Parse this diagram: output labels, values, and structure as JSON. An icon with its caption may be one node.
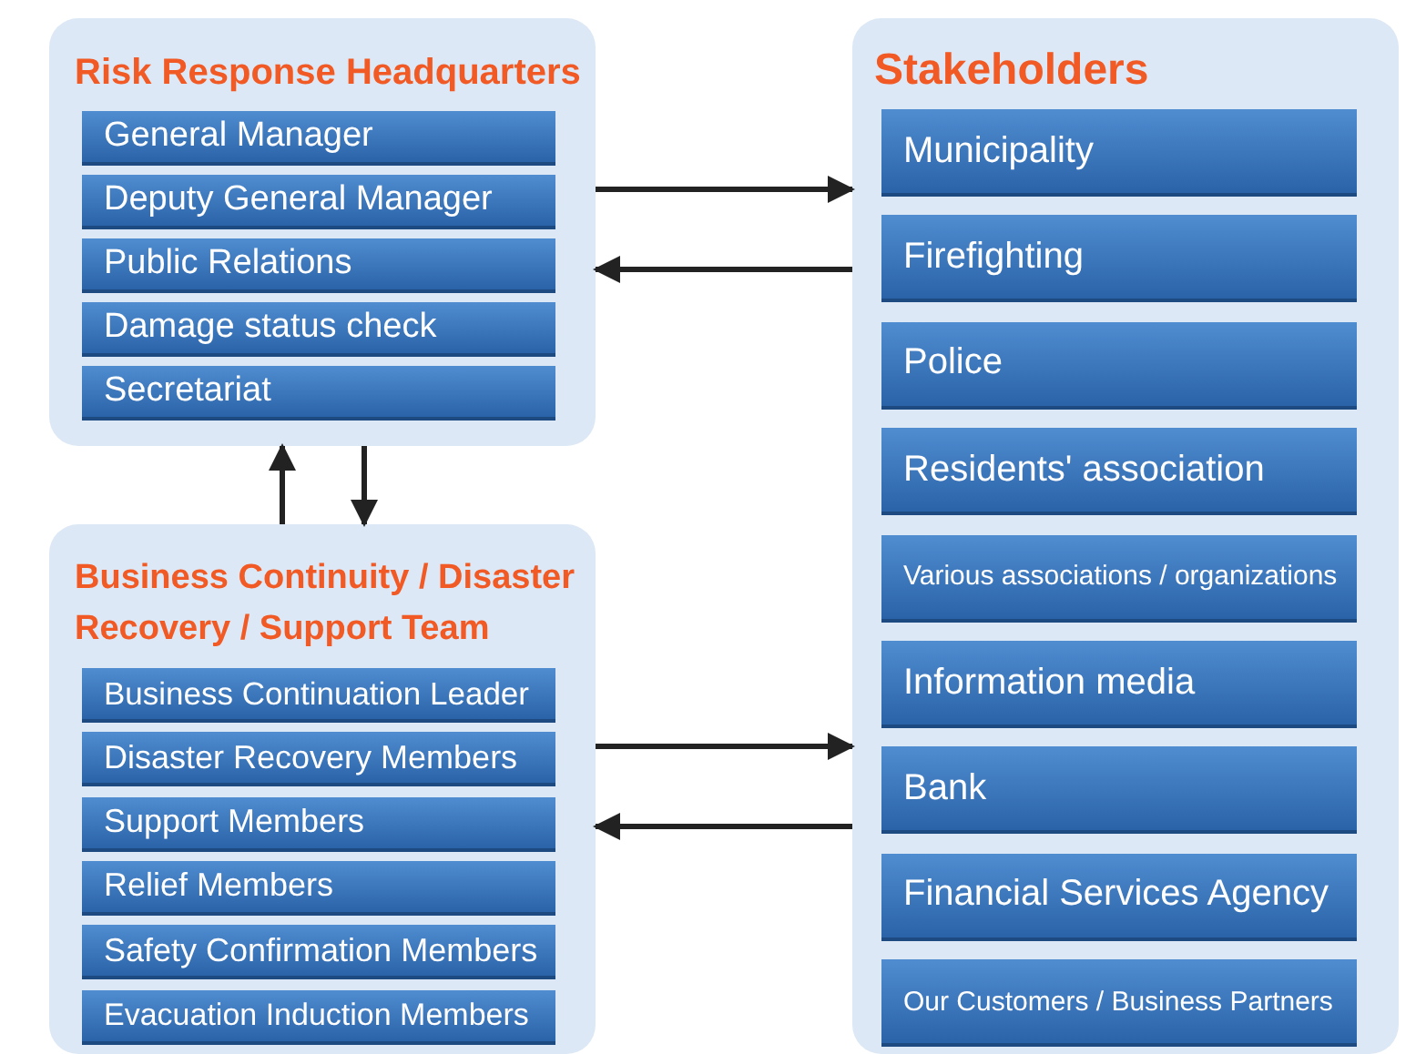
{
  "diagram": {
    "nodes": [
      {
        "text": [
          "Risk Response Headquarters"
        ]
      },
      {
        "text": [
          "General Manager"
        ],
        "in": 0
      },
      {
        "text": [
          "Deputy General Manager"
        ],
        "in": 0
      },
      {
        "text": [
          "Public Relations"
        ],
        "in": 0
      },
      {
        "text": [
          "Damage status check"
        ],
        "in": 0
      },
      {
        "text": [
          "Secretariat"
        ],
        "in": 0
      },
      {
        "text": [
          "Business Continuity / Disaster Recovery / Support Team"
        ]
      },
      {
        "text": [
          "Business Continuation Leader"
        ],
        "in": 6
      },
      {
        "text": [
          "Disaster Recovery Members"
        ],
        "in": 6
      },
      {
        "text": [
          "Support Members"
        ],
        "in": 6
      },
      {
        "text": [
          "Relief Members"
        ],
        "in": 6
      },
      {
        "text": [
          "Safety Confirmation Members"
        ],
        "in": 6
      },
      {
        "text": [
          "Evacuation Induction Members"
        ],
        "in": 6
      },
      {
        "text": [
          "Stakeholders"
        ]
      },
      {
        "text": [
          "Municipality"
        ],
        "in": 13
      },
      {
        "text": [
          "Firefighting"
        ],
        "in": 13
      },
      {
        "text": [
          "Police"
        ],
        "in": 13
      },
      {
        "text": [
          "Residents' association"
        ],
        "in": 13
      },
      {
        "text": [
          "Various associations / organizations"
        ],
        "in": 13
      },
      {
        "text": [
          "Information media"
        ],
        "in": 13
      },
      {
        "text": [
          "Bank"
        ],
        "in": 13
      },
      {
        "text": [
          "Financial Services Agency"
        ],
        "in": 13
      },
      {
        "text": [
          "Our Customers / Business Partners"
        ],
        "in": 13
      }
    ],
    "edges": [
      {
        "from": 0,
        "to": 13,
        "arrow": "to"
      },
      {
        "from": 13,
        "to": 0,
        "arrow": "to"
      },
      {
        "from": 6,
        "to": 0,
        "arrow": "to"
      },
      {
        "from": 0,
        "to": 6,
        "arrow": "to"
      },
      {
        "from": 6,
        "to": 13,
        "arrow": "to"
      },
      {
        "from": 13,
        "to": 6,
        "arrow": "to"
      }
    ]
  }
}
